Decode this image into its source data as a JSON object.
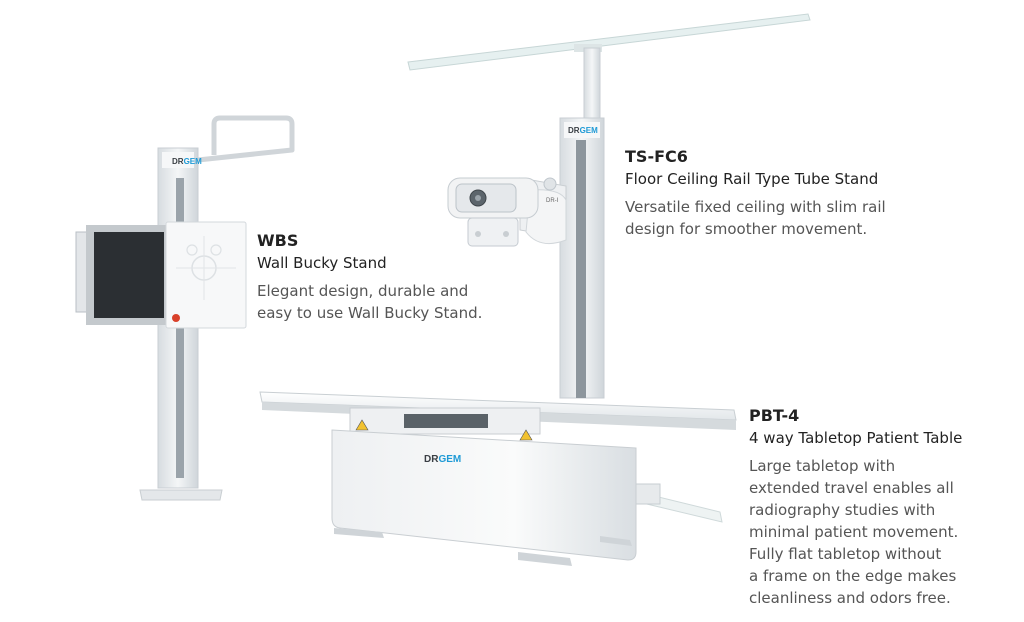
{
  "products": [
    {
      "code": "WBS",
      "name": "Wall Bucky Stand",
      "description": "Elegant design, durable and\neasy to use Wall Bucky Stand."
    },
    {
      "code": "TS-FC6",
      "name": "Floor Ceiling Rail Type Tube Stand",
      "description": "Versatile fixed ceiling with slim rail\ndesign for smoother movement."
    },
    {
      "code": "PBT-4",
      "name": "4 way Tabletop Patient Table",
      "description": "Large tabletop with\nextended travel enables all\nradiography studies with\nminimal patient movement.\nFully flat tabletop without\na frame on the edge makes\ncleanliness and odors free."
    }
  ],
  "brand_prefix": "DR",
  "brand_suffix": "GEM",
  "brand_color": "#1e9ad6",
  "label_tube_arm": "DR-I",
  "colors": {
    "frame": "#e9ecef",
    "frame_shadow": "#c9cfd4",
    "white_body": "#f8f9fa",
    "rail": "#e6f0f0",
    "detector": "#2b2f33",
    "text_dark": "#222222",
    "text_body": "#555555"
  }
}
